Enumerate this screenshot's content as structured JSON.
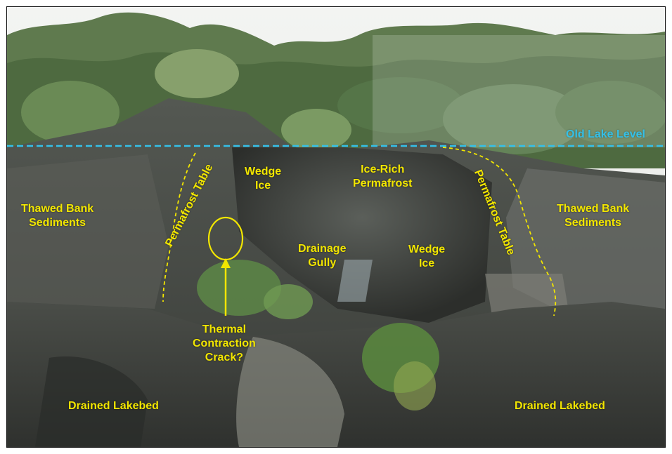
{
  "colors": {
    "annotation_yellow": "#f2e600",
    "lake_level_blue": "#34c0e8"
  },
  "labels": {
    "old_lake_level": "Old Lake Level",
    "thawed_bank_left": [
      "Thawed Bank",
      "Sediments"
    ],
    "thawed_bank_right": [
      "Thawed Bank",
      "Sediments"
    ],
    "permafrost_table_left": "Permafrost Table",
    "permafrost_table_right": "Permafrost Table",
    "wedge_ice_left": [
      "Wedge",
      "Ice"
    ],
    "wedge_ice_right": [
      "Wedge",
      "Ice"
    ],
    "ice_rich_permafrost": [
      "Ice-Rich",
      "Permafrost"
    ],
    "drainage_gully": [
      "Drainage",
      "Gully"
    ],
    "thermal_contraction_crack": [
      "Thermal",
      "Contraction",
      "Crack?"
    ],
    "drained_lakebed_left": "Drained Lakebed",
    "drained_lakebed_right": "Drained Lakebed"
  }
}
